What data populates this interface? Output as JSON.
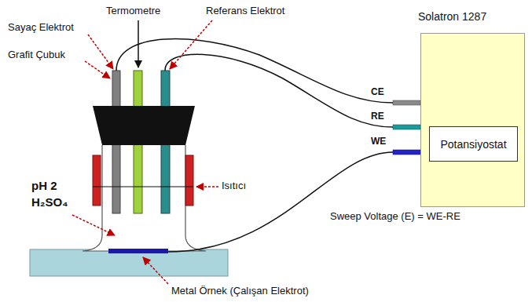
{
  "diagram": {
    "nodes": [
      {
        "text": [
          "Solatron 1287"
        ]
      },
      {
        "text": [
          "Potansiyostat"
        ],
        "in": 0
      }
    ],
    "labels": [
      "Sayaç Elektrot",
      "Grafit Çubuk",
      "Termometre",
      "Referans Elektrot",
      "CE",
      "RE",
      "WE",
      "pH 2",
      "H₂SO₄",
      "Isıtıcı",
      "Sweep Voltage (E) = WE-RE",
      "Metal Örnek (Çalışan Elektrot)"
    ]
  }
}
